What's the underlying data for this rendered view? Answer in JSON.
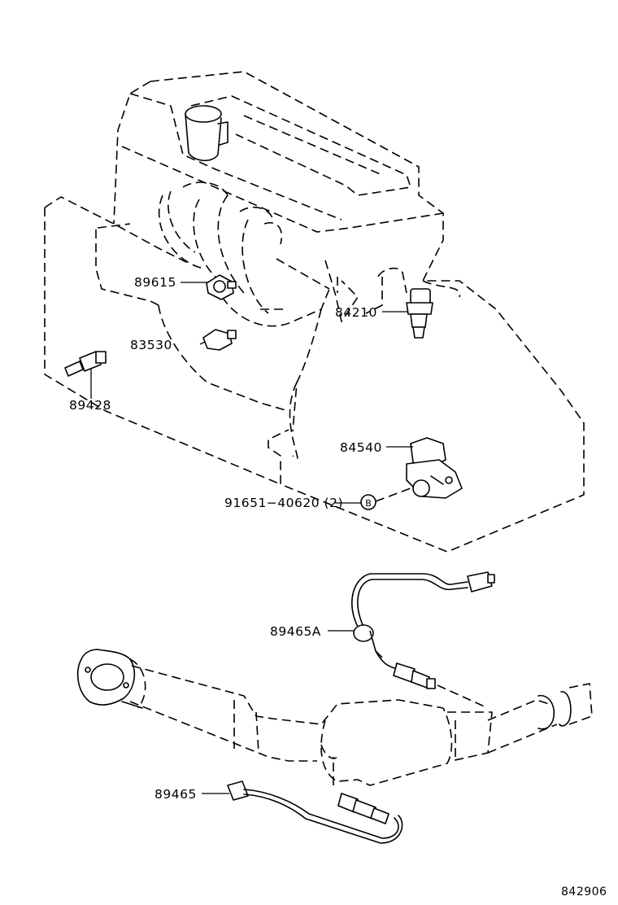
{
  "callouts": {
    "p89615": "89615",
    "p83530": "83530",
    "p89428": "89428",
    "p84210": "84210",
    "p84540": "84540",
    "p91651": "91651−40620 (2)",
    "p89465A": "89465A",
    "p89465": "89465"
  },
  "reference_code": "842906"
}
